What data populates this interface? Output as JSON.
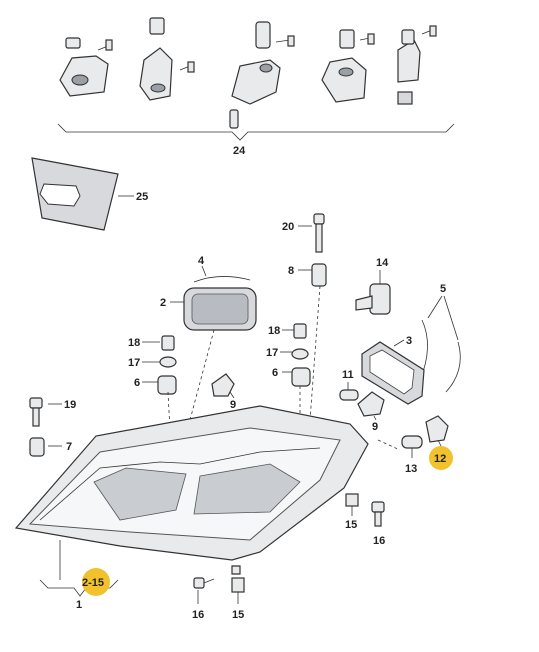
{
  "labels": {
    "l24": "24",
    "l25": "25",
    "l20": "20",
    "l4": "4",
    "l8": "8",
    "l14": "14",
    "l5": "5",
    "l2": "2",
    "l3": "3",
    "l18a": "18",
    "l17a": "17",
    "l6a": "6",
    "l18b": "18",
    "l17b": "17",
    "l6b": "6",
    "l11": "11",
    "l9a": "9",
    "l9b": "9",
    "l19": "19",
    "l7": "7",
    "l12": "12",
    "l13": "13",
    "l15a": "15",
    "l16a": "16",
    "l215": "2-15",
    "l1": "1",
    "l16b": "16",
    "l15b": "15"
  },
  "colors": {
    "highlight": "#f2c12e",
    "outline": "#333333",
    "part_fill": "#e9eaec"
  }
}
